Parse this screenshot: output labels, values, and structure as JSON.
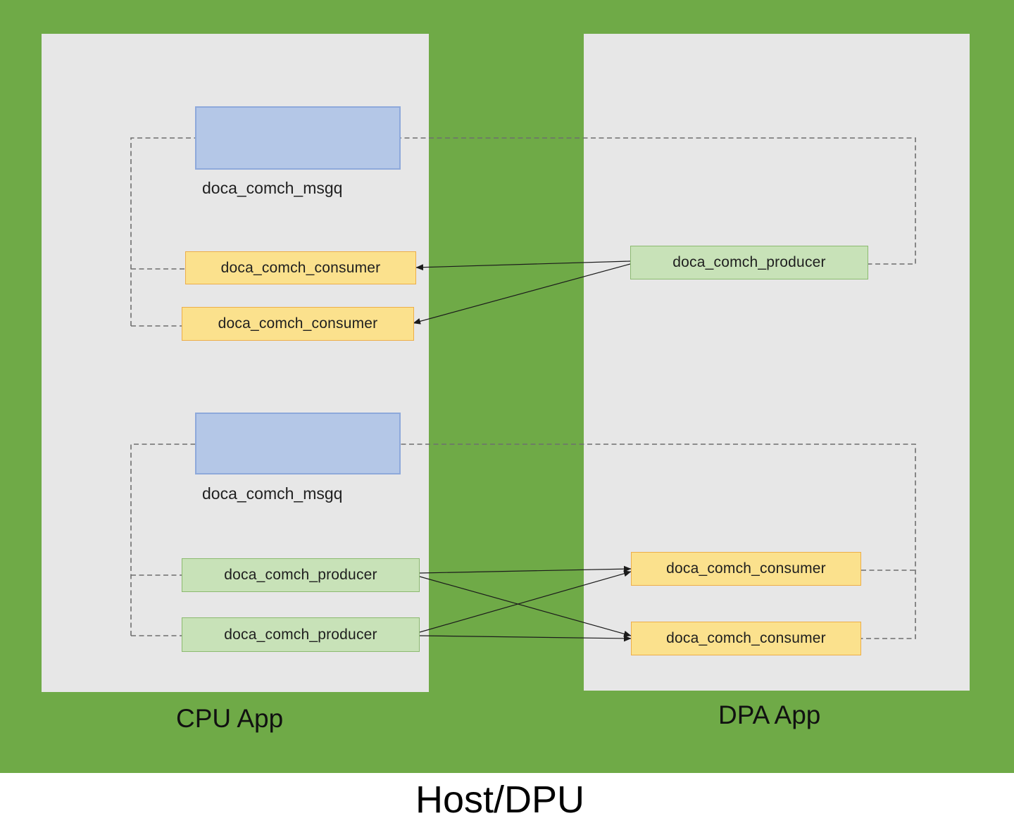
{
  "title": "Host/DPU",
  "cpu_panel": {
    "label": "CPU App",
    "session1": {
      "msgq_caption": "doca_comch_msgq",
      "consumer1_label": "doca_comch_consumer",
      "consumer2_label": "doca_comch_consumer"
    },
    "session2": {
      "msgq_caption": "doca_comch_msgq",
      "producer1_label": "doca_comch_producer",
      "producer2_label": "doca_comch_producer"
    }
  },
  "dpa_panel": {
    "label": "DPA App",
    "session1": {
      "producer_label": "doca_comch_producer"
    },
    "session2": {
      "consumer1_label": "doca_comch_consumer",
      "consumer2_label": "doca_comch_consumer"
    }
  },
  "colors": {
    "background_green": "#6FAA47",
    "panel_gray": "#E7E7E7",
    "msgq_fill": "#B4C7E7",
    "msgq_border": "#8EA9DB",
    "consumer_fill": "#FBE18D",
    "consumer_border": "#EDAE49",
    "producer_fill": "#C8E2B8",
    "producer_border": "#8CBA70",
    "connector_gray": "#6F6F6F",
    "arrow_black": "#1B1B1B",
    "text_dark": "#1F1F1F",
    "page_white": "#FFFFFF"
  }
}
